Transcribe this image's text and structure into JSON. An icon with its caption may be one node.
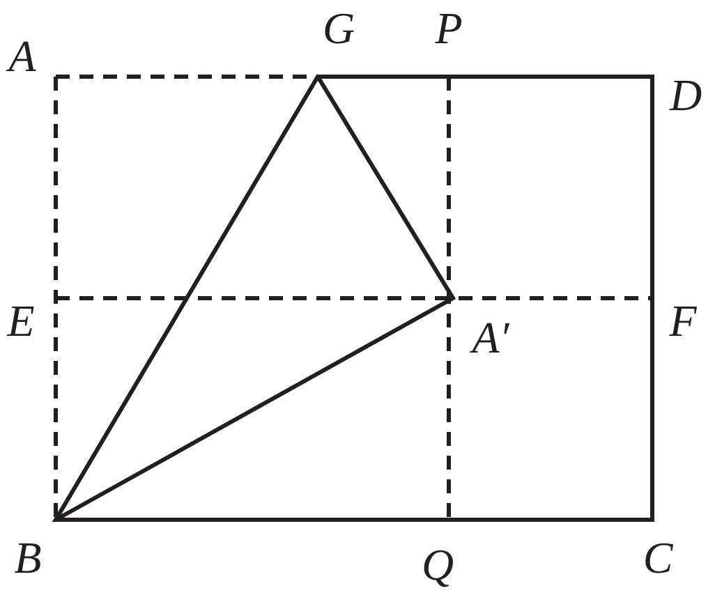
{
  "diagram": {
    "labels": [
      "A",
      "G",
      "P",
      "D",
      "E",
      "A′",
      "F",
      "B",
      "Q",
      "C"
    ]
  }
}
